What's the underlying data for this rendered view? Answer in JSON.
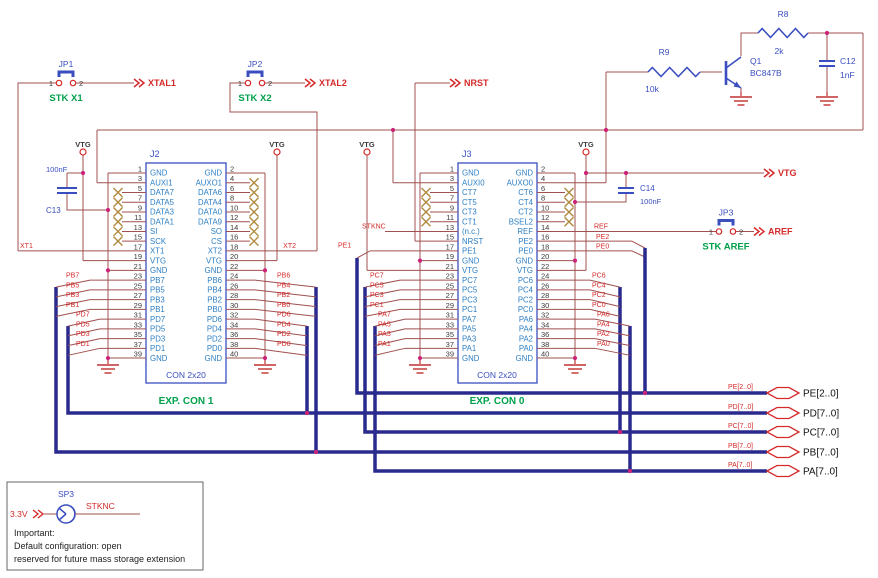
{
  "schematic": {
    "jumpers": [
      {
        "ref": "JP1",
        "pin1": "1",
        "pin2": "2",
        "caption": "STK X1",
        "net": "XTAL1"
      },
      {
        "ref": "JP2",
        "pin1": "1",
        "pin2": "2",
        "caption": "STK X2",
        "net": "XTAL2"
      },
      {
        "ref": "JP3",
        "pin1": "1",
        "pin2": "2",
        "caption": "STK AREF",
        "net": "AREF"
      }
    ],
    "nrst_net": "NRST",
    "vtg_net": "VTG",
    "vtg_terminal_label": "VTG",
    "reset_circuit": {
      "r9_ref": "R9",
      "r9_val": "10k",
      "r8_ref": "R8",
      "r8_val": "2k",
      "q1_ref": "Q1",
      "q1_part": "BC847B",
      "c12_ref": "C12",
      "c12_val": "1nF"
    },
    "decoupling": [
      {
        "ref": "C13",
        "val": "100nF"
      },
      {
        "ref": "C14",
        "val": "100nF"
      }
    ],
    "connectors": [
      {
        "ref": "J2",
        "type": "CON 2x20",
        "caption": "EXP. CON 1",
        "xt1_net": "XT1",
        "xt2_net": "XT2",
        "rows": [
          {
            "ln": "1",
            "l": "GND",
            "r": "GND",
            "rn": "2"
          },
          {
            "ln": "3",
            "l": "AUXI1",
            "r": "AUXO1",
            "rn": "4"
          },
          {
            "ln": "5",
            "l": "DATA7",
            "r": "DATA6",
            "rn": "6"
          },
          {
            "ln": "7",
            "l": "DATA5",
            "r": "DATA4",
            "rn": "8"
          },
          {
            "ln": "9",
            "l": "DATA3",
            "r": "DATA0",
            "rn": "10"
          },
          {
            "ln": "11",
            "l": "DATA1",
            "r": "DATA9",
            "rn": "12"
          },
          {
            "ln": "13",
            "l": "SI",
            "r": "SO",
            "rn": "14"
          },
          {
            "ln": "15",
            "l": "SCK",
            "r": "CS",
            "rn": "16"
          },
          {
            "ln": "17",
            "l": "XT1",
            "r": "XT2",
            "rn": "18"
          },
          {
            "ln": "19",
            "l": "VTG",
            "r": "VTG",
            "rn": "20"
          },
          {
            "ln": "21",
            "l": "GND",
            "r": "GND",
            "rn": "22"
          },
          {
            "ln": "23",
            "l": "PB7",
            "r": "PB6",
            "rn": "24"
          },
          {
            "ln": "25",
            "l": "PB5",
            "r": "PB4",
            "rn": "26"
          },
          {
            "ln": "27",
            "l": "PB3",
            "r": "PB2",
            "rn": "28"
          },
          {
            "ln": "29",
            "l": "PB1",
            "r": "PB0",
            "rn": "30"
          },
          {
            "ln": "31",
            "l": "PD7",
            "r": "PD6",
            "rn": "32"
          },
          {
            "ln": "33",
            "l": "PD5",
            "r": "PD4",
            "rn": "34"
          },
          {
            "ln": "35",
            "l": "PD3",
            "r": "PD2",
            "rn": "36"
          },
          {
            "ln": "37",
            "l": "PD1",
            "r": "PD0",
            "rn": "38"
          },
          {
            "ln": "39",
            "l": "GND",
            "r": "GND",
            "rn": "40"
          }
        ],
        "ext_left": [
          "PB7",
          "PB5",
          "PB3",
          "PB1",
          "PD7",
          "PD5",
          "PD3",
          "PD1"
        ],
        "ext_right": [
          "PB6",
          "PB4",
          "PB2",
          "PB0",
          "PD6",
          "PD4",
          "PD2",
          "PD0"
        ]
      },
      {
        "ref": "J3",
        "type": "CON 2x20",
        "caption": "EXP. CON 0",
        "stknc_net": "STKNC",
        "pe1_net": "PE1",
        "ref_net": "REF",
        "pe2_net": "PE2",
        "pe0_net": "PE0",
        "rows": [
          {
            "ln": "1",
            "l": "GND",
            "r": "GND",
            "rn": "2"
          },
          {
            "ln": "3",
            "l": "AUXI0",
            "r": "AUXO0",
            "rn": "4"
          },
          {
            "ln": "5",
            "l": "CT7",
            "r": "CT6",
            "rn": "6"
          },
          {
            "ln": "7",
            "l": "CT5",
            "r": "CT4",
            "rn": "8"
          },
          {
            "ln": "9",
            "l": "CT3",
            "r": "CT2",
            "rn": "10"
          },
          {
            "ln": "11",
            "l": "CT1",
            "r": "BSEL2",
            "rn": "12"
          },
          {
            "ln": "13",
            "l": "(n.c.)",
            "r": "REF",
            "rn": "14"
          },
          {
            "ln": "15",
            "l": "NRST",
            "r": "PE2",
            "rn": "16"
          },
          {
            "ln": "17",
            "l": "PE1",
            "r": "PE0",
            "rn": "18"
          },
          {
            "ln": "19",
            "l": "GND",
            "r": "GND",
            "rn": "20"
          },
          {
            "ln": "21",
            "l": "VTG",
            "r": "VTG",
            "rn": "22"
          },
          {
            "ln": "23",
            "l": "PC7",
            "r": "PC6",
            "rn": "24"
          },
          {
            "ln": "25",
            "l": "PC5",
            "r": "PC4",
            "rn": "26"
          },
          {
            "ln": "27",
            "l": "PC3",
            "r": "PC2",
            "rn": "28"
          },
          {
            "ln": "29",
            "l": "PC1",
            "r": "PC0",
            "rn": "30"
          },
          {
            "ln": "31",
            "l": "PA7",
            "r": "PA6",
            "rn": "32"
          },
          {
            "ln": "33",
            "l": "PA5",
            "r": "PA4",
            "rn": "34"
          },
          {
            "ln": "35",
            "l": "PA3",
            "r": "PA2",
            "rn": "36"
          },
          {
            "ln": "37",
            "l": "PA1",
            "r": "PA0",
            "rn": "38"
          },
          {
            "ln": "39",
            "l": "GND",
            "r": "GND",
            "rn": "40"
          }
        ],
        "ext_left": [
          "PC7",
          "PC5",
          "PC3",
          "PC1",
          "PA7",
          "PA5",
          "PA3",
          "PA1"
        ],
        "ext_right": [
          "PC6",
          "PC4",
          "PC2",
          "PC0",
          "PA6",
          "PA4",
          "PA2",
          "PA0"
        ]
      }
    ],
    "buses": [
      {
        "wire_label": "PE[2..0]",
        "label": "PE[2..0]"
      },
      {
        "wire_label": "PD[7..0]",
        "label": "PD[7..0]"
      },
      {
        "wire_label": "PC[7..0]",
        "label": "PC[7..0]"
      },
      {
        "wire_label": "PB[7..0]",
        "label": "PB[7..0]"
      },
      {
        "wire_label": "PA[7..0]",
        "label": "PA[7..0]"
      }
    ],
    "note": {
      "sp_ref": "SP3",
      "source_net": "3.3V",
      "net": "STKNC",
      "lines": [
        "Important:",
        "Default configuration: open",
        "reserved for future mass storage extension"
      ]
    },
    "colors": {
      "wire": "#a05050",
      "red": "#d42a2a",
      "navy": "#3a4ec0",
      "pin_text": "#2d7fc4",
      "bus": "#2a2a8e",
      "green": "#00a14b",
      "xmark": "#b08a3e",
      "junction": "#cc2277",
      "dark": "#3b3b3b",
      "gnd": "#c03030",
      "border": "#666666"
    }
  }
}
